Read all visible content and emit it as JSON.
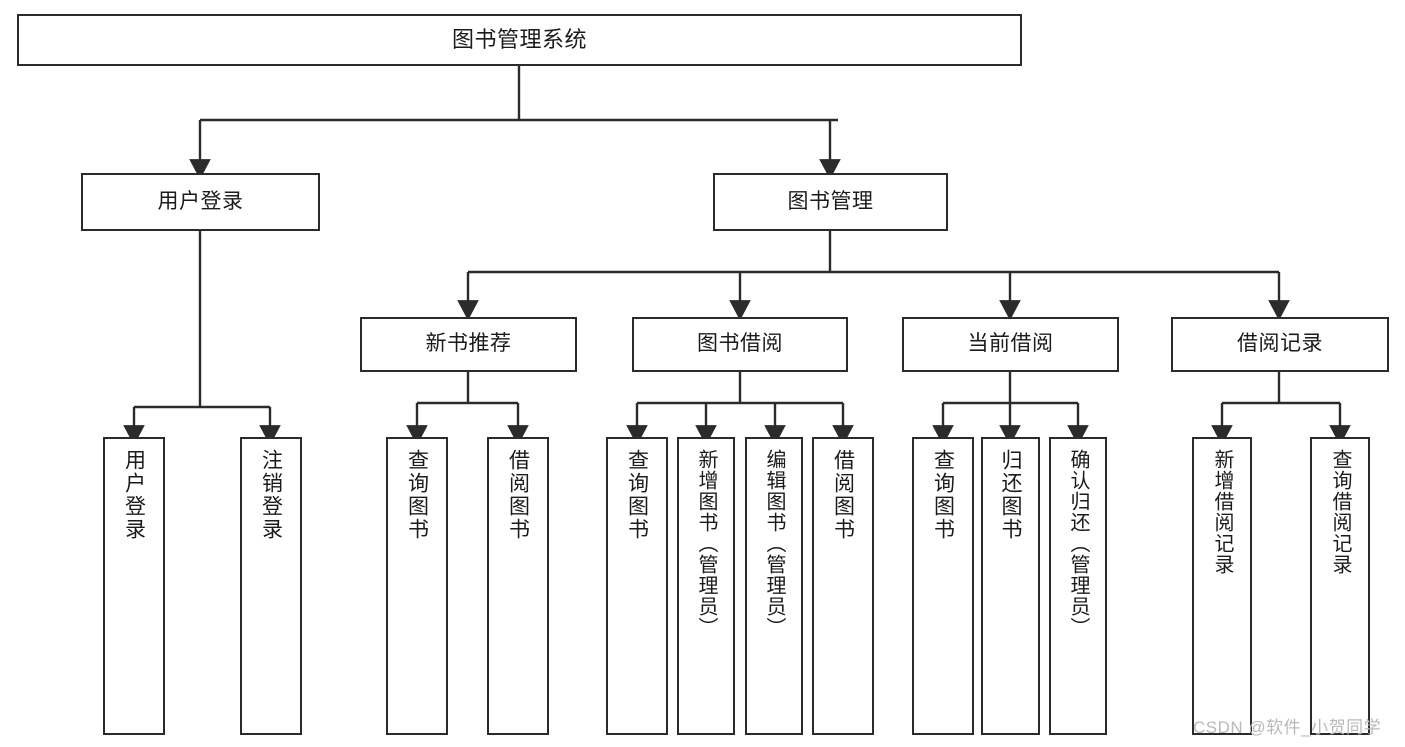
{
  "diagram": {
    "title": "图书管理系统",
    "type": "hierarchy-tree",
    "colors": {
      "stroke": "#2b2b2b",
      "fill": "#ffffff",
      "text": "#1b1b1b",
      "watermark": "#b9b9b9"
    },
    "levels": [
      {
        "level": 1,
        "nodes": [
          {
            "id": "root",
            "label": "图书管理系统"
          }
        ]
      },
      {
        "level": 2,
        "nodes": [
          {
            "id": "l2-user-login",
            "label": "用户登录"
          },
          {
            "id": "l2-book-manage",
            "label": "图书管理"
          }
        ]
      },
      {
        "level": 3,
        "nodes": [
          {
            "id": "l3-new-book-rec",
            "label": "新书推荐"
          },
          {
            "id": "l3-book-borrow",
            "label": "图书借阅"
          },
          {
            "id": "l3-current-borrow",
            "label": "当前借阅"
          },
          {
            "id": "l3-borrow-record",
            "label": "借阅记录"
          }
        ]
      },
      {
        "level": 4,
        "nodes": [
          {
            "id": "leaf-user-login",
            "label": "用户登录"
          },
          {
            "id": "leaf-logout",
            "label": "注销登录"
          },
          {
            "id": "leaf-query-book-1",
            "label": "查询图书"
          },
          {
            "id": "leaf-borrow-book-1",
            "label": "借阅图书"
          },
          {
            "id": "leaf-query-book-2",
            "label": "查询图书"
          },
          {
            "id": "leaf-add-book",
            "label": "新增图书（管理员）"
          },
          {
            "id": "leaf-edit-book",
            "label": "编辑图书（管理员）"
          },
          {
            "id": "leaf-borrow-book-2",
            "label": "借阅图书"
          },
          {
            "id": "leaf-query-book-3",
            "label": "查询图书"
          },
          {
            "id": "leaf-return-book",
            "label": "归还图书"
          },
          {
            "id": "leaf-confirm-return",
            "label": "确认归还（管理员）"
          },
          {
            "id": "leaf-add-record",
            "label": "新增借阅记录"
          },
          {
            "id": "leaf-query-record",
            "label": "查询借阅记录"
          }
        ]
      }
    ],
    "edges": [
      {
        "from": "root",
        "to": "l2-user-login"
      },
      {
        "from": "root",
        "to": "l2-book-manage"
      },
      {
        "from": "l2-user-login",
        "to": "leaf-user-login"
      },
      {
        "from": "l2-user-login",
        "to": "leaf-logout"
      },
      {
        "from": "l2-book-manage",
        "to": "l3-new-book-rec"
      },
      {
        "from": "l2-book-manage",
        "to": "l3-book-borrow"
      },
      {
        "from": "l2-book-manage",
        "to": "l3-current-borrow"
      },
      {
        "from": "l2-book-manage",
        "to": "l3-borrow-record"
      },
      {
        "from": "l3-new-book-rec",
        "to": "leaf-query-book-1"
      },
      {
        "from": "l3-new-book-rec",
        "to": "leaf-borrow-book-1"
      },
      {
        "from": "l3-book-borrow",
        "to": "leaf-query-book-2"
      },
      {
        "from": "l3-book-borrow",
        "to": "leaf-add-book"
      },
      {
        "from": "l3-book-borrow",
        "to": "leaf-edit-book"
      },
      {
        "from": "l3-book-borrow",
        "to": "leaf-borrow-book-2"
      },
      {
        "from": "l3-current-borrow",
        "to": "leaf-query-book-3"
      },
      {
        "from": "l3-current-borrow",
        "to": "leaf-return-book"
      },
      {
        "from": "l3-current-borrow",
        "to": "leaf-confirm-return"
      },
      {
        "from": "l3-borrow-record",
        "to": "leaf-add-record"
      },
      {
        "from": "l3-borrow-record",
        "to": "leaf-query-record"
      }
    ]
  },
  "watermark": {
    "text": "CSDN @软件_小贺同学"
  }
}
